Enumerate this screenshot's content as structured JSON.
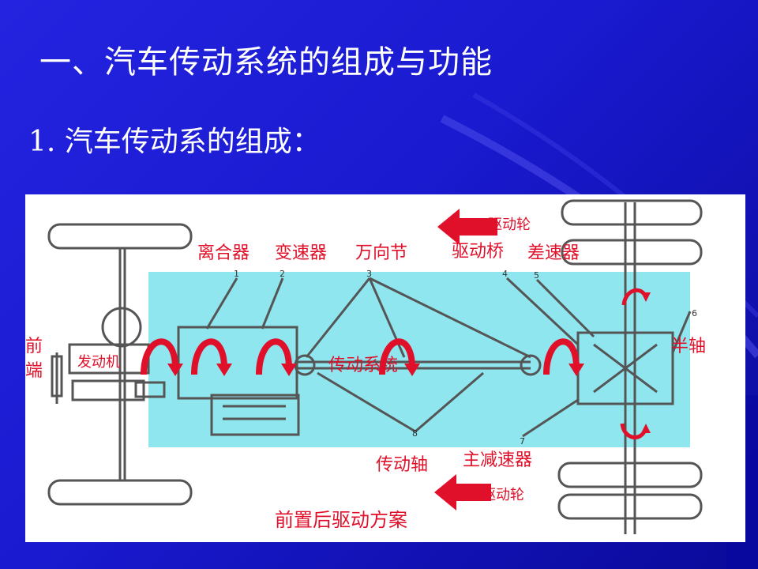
{
  "slide": {
    "title": "一、汽车传动系统的组成与功能",
    "subtitle": "1. 汽车传动系的组成："
  },
  "diagram": {
    "labels": {
      "clutch": "离合器",
      "gearbox": "变速器",
      "universal_joint": "万向节",
      "drive_axle": "驱动桥",
      "differential": "差速器",
      "drive_wheel_top": "驱动轮",
      "drive_wheel_bottom": "驱动轮",
      "half_shaft": "半轴",
      "front_end": "前端",
      "engine": "发动机",
      "transmission_system": "传动系统",
      "drive_shaft": "传动轴",
      "final_drive": "主减速器",
      "layout_caption": "前置后驱动方案"
    },
    "part_numbers": [
      "1",
      "2",
      "3",
      "4",
      "5",
      "6",
      "7",
      "8"
    ],
    "colors": {
      "background": "#1a1ad0",
      "panel": "#ffffff",
      "highlight": "#8fe6ef",
      "label": "#e0102a",
      "arrow": "#e0102a"
    }
  }
}
